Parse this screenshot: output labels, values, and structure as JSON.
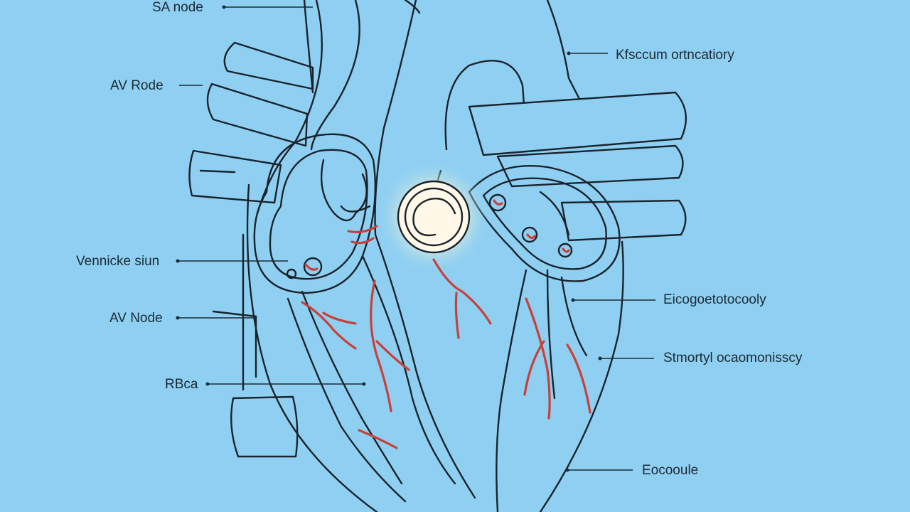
{
  "colors": {
    "background": "#8fd0f2",
    "outline": "#1a232c",
    "vessels": "#c8403a",
    "glow": "#fff6d8"
  },
  "labels": {
    "sa_node": "SA node",
    "av_node_top": "AV Rode",
    "ventricle": "Vennicke siun",
    "av_node_bottom": "AV Node",
    "rbca": "RBca",
    "right_top": "Kfsccum ortncatiory",
    "right_mid": "Eicogoetotocooly",
    "right_lower": "Stmortyl ocaomonisscy",
    "right_bottom": "Eocooule"
  },
  "icons": {
    "heart": "heart-outline-illustration",
    "node": "conduction-node-spiral"
  }
}
